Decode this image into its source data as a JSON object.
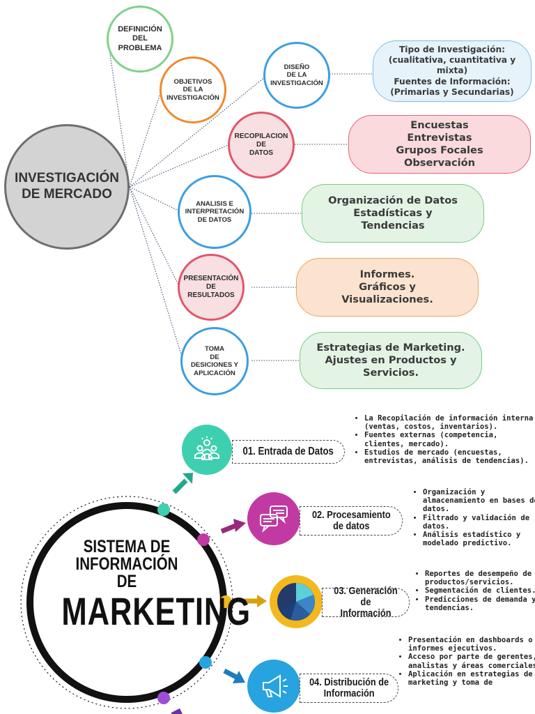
{
  "market_research": {
    "main": "INVESTIGACIÓN\nDE MERCADO",
    "steps": [
      {
        "label": "DEFINICIÓN\nDEL\nPROBLEMA",
        "color": "#7fd18a"
      },
      {
        "label": "OBJETIVOS\nDE LA\nINVESTIGACIÓN",
        "color": "#ee8a2c"
      },
      {
        "label": "DISEÑO\nDE LA\nINVESTIGACIÓN",
        "color": "#3b9ee0"
      },
      {
        "label": "RECOPILACION\nDE\nDATOS",
        "color": "#e2556a"
      },
      {
        "label": "ANALISIS E\nINTERPRETACIÓN\nDE DATOS",
        "color": "#3b9ee0"
      },
      {
        "label": "PRESENTACIÓN\nDE\nRESULTADOS",
        "color": "#e2556a"
      },
      {
        "label": "TOMA\nDE\nDESICIONES Y\nAPLICACIÓN",
        "color": "#3b9ee0"
      }
    ],
    "details": [
      {
        "text": "Tipo de Investigación:\n(cualitativa, cuantitativa y mixta)\nFuentes de Información:\n(Primarias y Secundarias)"
      },
      {
        "text": "Encuestas\nEntrevistas\nGrupos Focales\nObservación"
      },
      {
        "text": "Organización de Datos\nEstadísticas y\nTendencias"
      },
      {
        "text": "Informes.\nGráficos y\nVisualizaciones."
      },
      {
        "text": "Estrategias de Marketing.\nAjustes en Productos y\nServicios."
      }
    ]
  },
  "sim": {
    "title_line1": "SISTEMA DE",
    "title_line2": "INFORMACIÓN",
    "title_line3": "DE",
    "title_big": "MARKETING",
    "stages": [
      {
        "label": "01. Entrada de Datos",
        "icon": "people-icon",
        "color": "#3ecfb0",
        "bullets": [
          "La Recopilación de información interna (ventas, costos, inventarios).",
          "Fuentes externas (competencia, clientes, mercado).",
          "Estudios de mercado (encuestas, entrevistas, análisis de tendencias)."
        ]
      },
      {
        "label": "02. Procesamiento\nde datos",
        "icon": "chat-icon",
        "color": "#c13aa4",
        "bullets": [
          "Organización y almacenamiento en bases de datos.",
          "Filtrado y validación de datos.",
          "Análisis estadístico y modelado predictivo."
        ]
      },
      {
        "label": "03. Generación de\nInformación",
        "icon": "pie-chart-icon",
        "color": "#f2b81d",
        "bullets": [
          "Reportes de desempeño de productos/servicios.",
          "Segmentación de clientes.",
          "Predicciones de demanda y tendencias."
        ]
      },
      {
        "label": "04. Distribución de\nInformación",
        "icon": "megaphone-icon",
        "color": "#27a3e0",
        "bullets": [
          "Presentación en dashboards o informes ejecutivos.",
          "Acceso por parte de gerentes, analistas y áreas comerciales.",
          "Aplicación en estrategias de marketing y toma de"
        ]
      }
    ],
    "dot_colors": [
      "#3ecfb0",
      "#c13aa4",
      "#f2b81d",
      "#27a3e0",
      "#9b4fd6"
    ]
  }
}
